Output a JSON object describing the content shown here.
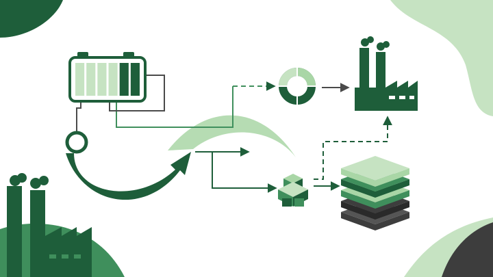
{
  "colors": {
    "background": "#ffffff",
    "dark_green": "#1e5e3a",
    "mid_green": "#3f8f5c",
    "light_green": "#c6e3c2",
    "pale_green": "#a9d6a6",
    "line_gray": "#4a4a4a",
    "charcoal": "#3d3d3d"
  },
  "diagram": {
    "nodes": [
      {
        "id": "battery",
        "icon": "battery-icon",
        "charge_segments": 6,
        "dark_segments": 2
      },
      {
        "id": "source-node",
        "icon": "hollow-circle-icon"
      },
      {
        "id": "ring",
        "icon": "segmented-ring-icon"
      },
      {
        "id": "factory-top",
        "icon": "factory-icon"
      },
      {
        "id": "factory-bottom",
        "icon": "factory-icon"
      },
      {
        "id": "cube-stack",
        "icon": "stacked-cubes-icon"
      },
      {
        "id": "layer-stack",
        "icon": "layered-slabs-icon",
        "layers": 5
      }
    ],
    "edges": [
      {
        "from": "battery",
        "to": "ring",
        "style": "solid-then-dashed"
      },
      {
        "from": "battery",
        "to": "source-node",
        "style": "solid"
      },
      {
        "from": "source-node",
        "to": "curved-arrow",
        "style": "solid"
      },
      {
        "from": "split",
        "to": "cube-stack",
        "style": "solid"
      },
      {
        "from": "ring",
        "to": "factory-top",
        "style": "solid"
      },
      {
        "from": "cube-stack",
        "to": "factory-top",
        "style": "dashed"
      },
      {
        "from": "cube-stack",
        "to": "layer-stack",
        "style": "solid"
      }
    ]
  }
}
